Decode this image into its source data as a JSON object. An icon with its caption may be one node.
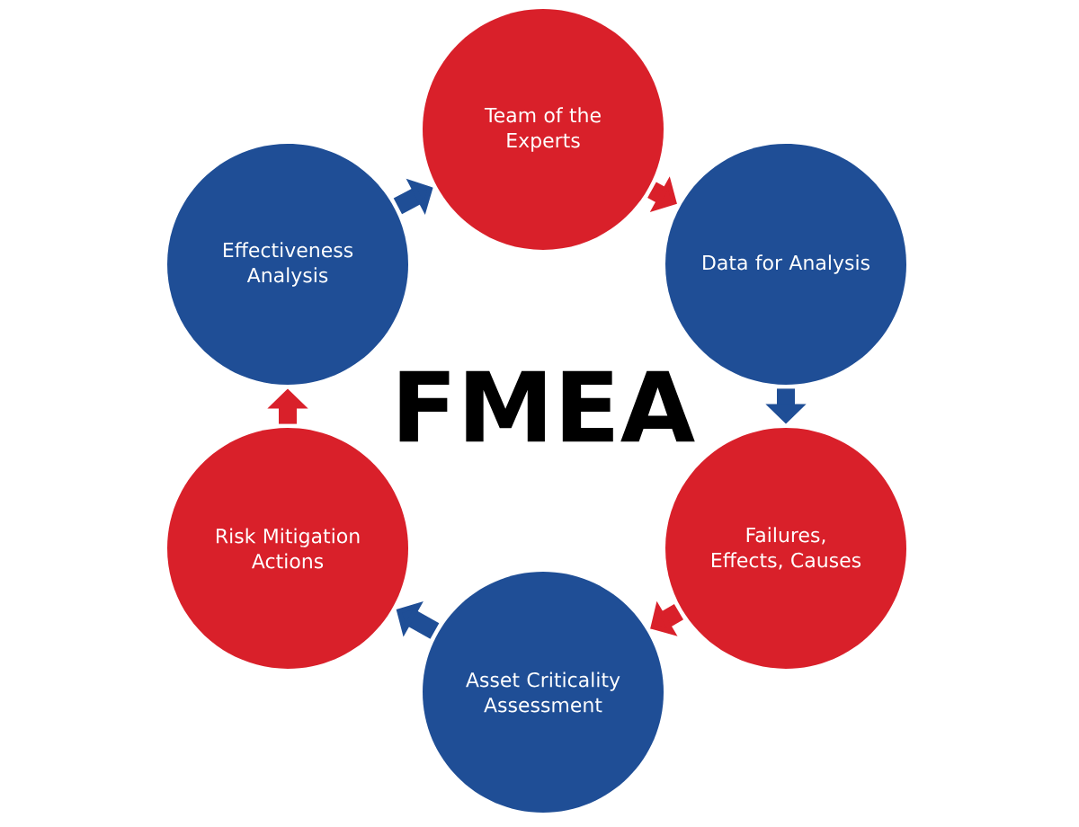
{
  "diagram": {
    "title": "FMEA",
    "nodes": [
      {
        "text": [
          "Team of the Experts"
        ]
      },
      {
        "text": [
          "Data for Analysis"
        ]
      },
      {
        "text": [
          "Failures, Effects, Causes"
        ]
      },
      {
        "text": [
          "Asset Criticality Assessment"
        ]
      },
      {
        "text": [
          "Risk Mitigation Actions"
        ]
      },
      {
        "text": [
          "Effectiveness Analysis"
        ]
      }
    ],
    "edges": [
      {
        "from": 0,
        "to": 1,
        "arrow": "to",
        "color": "#d9202a"
      },
      {
        "from": 1,
        "to": 2,
        "arrow": "to",
        "color": "#1f4e96"
      },
      {
        "from": 2,
        "to": 3,
        "arrow": "to",
        "color": "#d9202a"
      },
      {
        "from": 3,
        "to": 4,
        "arrow": "to",
        "color": "#1f4e96"
      },
      {
        "from": 4,
        "to": 5,
        "arrow": "to",
        "color": "#d9202a"
      },
      {
        "from": 5,
        "to": 0,
        "arrow": "to",
        "color": "#1f4e96"
      }
    ]
  }
}
